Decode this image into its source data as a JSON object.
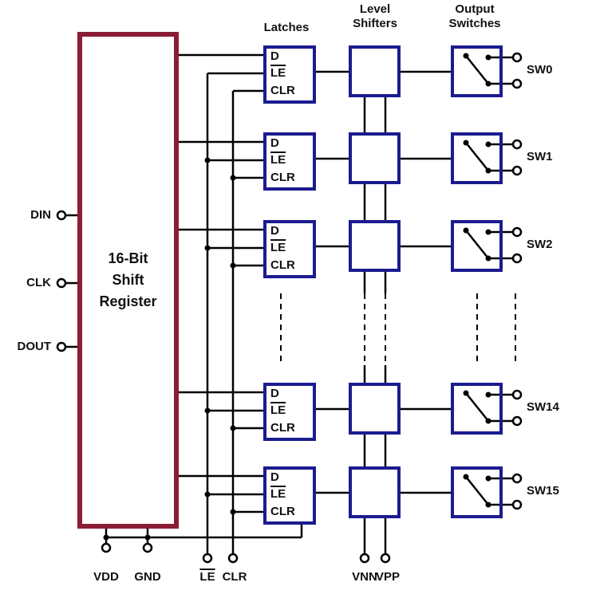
{
  "headers": {
    "latches": "Latches",
    "level_shifters": "Level Shifters",
    "output_switches": "Output Switches"
  },
  "register": {
    "title": "16-Bit Shift Register"
  },
  "left_pins": {
    "din": "DIN",
    "clk": "CLK",
    "dout": "DOUT"
  },
  "bottom_pins": {
    "vdd": "VDD",
    "gnd": "GND",
    "le": "LE",
    "clr": "CLR",
    "vnn": "VNN",
    "vpp": "VPP"
  },
  "latch_ports": {
    "d": "D",
    "le": "LE",
    "clr": "CLR"
  },
  "switch_labels": {
    "sw0": "SW0",
    "sw1": "SW1",
    "sw2": "SW2",
    "sw14": "SW14",
    "sw15": "SW15"
  },
  "colors": {
    "register_border": "#8a1c34",
    "block_border": "#1b1b8f",
    "wire": "#000000"
  }
}
